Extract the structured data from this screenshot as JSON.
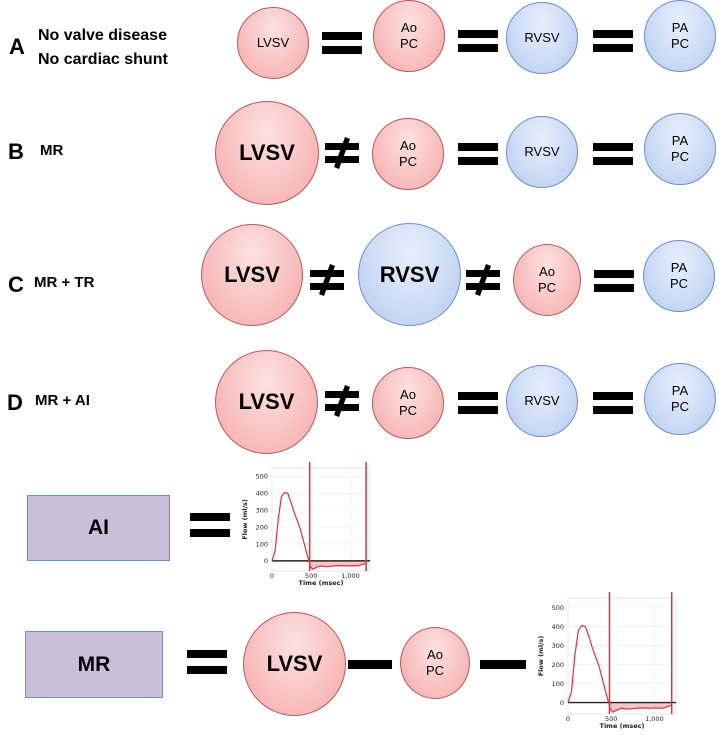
{
  "rows": [
    {
      "letter": "A",
      "description": "No valve disease\nNo cardiac shunt",
      "nodes": [
        {
          "label": "LVSV",
          "color": "red",
          "size": "small"
        },
        {
          "op": "equals"
        },
        {
          "label": "Ao\nPC",
          "color": "red",
          "size": "small"
        },
        {
          "op": "equals"
        },
        {
          "label": "RVSV",
          "color": "blue",
          "size": "small"
        },
        {
          "op": "equals"
        },
        {
          "label": "PA\nPC",
          "color": "blue",
          "size": "small"
        }
      ]
    },
    {
      "letter": "B",
      "description": "MR",
      "nodes": [
        {
          "label": "LVSV",
          "color": "red",
          "size": "large"
        },
        {
          "op": "not-equals"
        },
        {
          "label": "Ao\nPC",
          "color": "red",
          "size": "small"
        },
        {
          "op": "equals"
        },
        {
          "label": "RVSV",
          "color": "blue",
          "size": "small"
        },
        {
          "op": "equals"
        },
        {
          "label": "PA\nPC",
          "color": "blue",
          "size": "small"
        }
      ]
    },
    {
      "letter": "C",
      "description": "MR + TR",
      "nodes": [
        {
          "label": "LVSV",
          "color": "red",
          "size": "large"
        },
        {
          "op": "not-equals"
        },
        {
          "label": "RVSV",
          "color": "blue",
          "size": "large"
        },
        {
          "op": "not-equals"
        },
        {
          "label": "Ao\nPC",
          "color": "red",
          "size": "small"
        },
        {
          "op": "equals"
        },
        {
          "label": "PA\nPC",
          "color": "blue",
          "size": "small"
        }
      ]
    },
    {
      "letter": "D",
      "description": "MR + AI",
      "nodes": [
        {
          "label": "LVSV",
          "color": "red",
          "size": "large"
        },
        {
          "op": "not-equals"
        },
        {
          "label": "Ao\nPC",
          "color": "red",
          "size": "small"
        },
        {
          "op": "equals"
        },
        {
          "label": "RVSV",
          "color": "blue",
          "size": "small"
        },
        {
          "op": "equals"
        },
        {
          "label": "PA\nPC",
          "color": "blue",
          "size": "small"
        }
      ]
    }
  ],
  "formulas": {
    "ai": {
      "box_label": "AI",
      "operator": "equals"
    },
    "mr": {
      "box_label": "MR",
      "terms": [
        {
          "label": "LVSV"
        },
        {
          "op": "minus"
        },
        {
          "label": "Ao\nPC"
        },
        {
          "op": "minus"
        }
      ]
    }
  },
  "colors": {
    "red_fill": "#f9c2c2",
    "blue_fill": "#cddcf6",
    "box_fill": "#c9bfdb",
    "curve": "#e0303a"
  },
  "chart_data": [
    {
      "type": "line",
      "title": "",
      "xlabel": "Time (msec)",
      "ylabel": "Flow (ml/s)",
      "xlim": [
        0,
        1250
      ],
      "ylim": [
        -60,
        550
      ],
      "x_ticks": [
        0,
        500,
        1000
      ],
      "x_tick_labels": [
        "0",
        "500",
        "1,000"
      ],
      "y_ticks": [
        0,
        100,
        200,
        300,
        400,
        500
      ],
      "y_tick_labels": [
        "0",
        "100",
        "200",
        "300",
        "400",
        "500"
      ],
      "grid": true,
      "markers_x": [
        480,
        1200
      ],
      "shaded_region": [
        480,
        1200
      ],
      "series": [
        {
          "name": "Flow",
          "x": [
            0,
            40,
            80,
            120,
            160,
            200,
            240,
            280,
            320,
            360,
            400,
            440,
            470,
            490,
            520,
            560,
            620,
            700,
            780,
            860,
            940,
            1020,
            1100,
            1160,
            1200
          ],
          "y": [
            0,
            60,
            250,
            380,
            405,
            400,
            350,
            290,
            240,
            190,
            120,
            50,
            0,
            -35,
            -50,
            -40,
            -30,
            -35,
            -30,
            -28,
            -30,
            -28,
            -30,
            -20,
            -15
          ]
        }
      ]
    },
    {
      "type": "line",
      "title": "",
      "xlabel": "Time (msec)",
      "ylabel": "Flow (ml/s)",
      "xlim": [
        0,
        1250
      ],
      "ylim": [
        -60,
        550
      ],
      "x_ticks": [
        0,
        500,
        1000
      ],
      "x_tick_labels": [
        "0",
        "500",
        "1,000"
      ],
      "y_ticks": [
        0,
        100,
        200,
        300,
        400,
        500
      ],
      "y_tick_labels": [
        "0",
        "100",
        "200",
        "300",
        "400",
        "500"
      ],
      "grid": true,
      "markers_x": [
        480,
        1200
      ],
      "shaded_region": [
        480,
        1200
      ],
      "series": [
        {
          "name": "Flow",
          "x": [
            0,
            40,
            80,
            120,
            160,
            200,
            240,
            280,
            320,
            360,
            400,
            440,
            470,
            490,
            520,
            560,
            620,
            700,
            780,
            860,
            940,
            1020,
            1100,
            1160,
            1200
          ],
          "y": [
            0,
            60,
            250,
            380,
            405,
            400,
            350,
            290,
            240,
            190,
            120,
            50,
            0,
            -35,
            -50,
            -40,
            -30,
            -35,
            -30,
            -28,
            -30,
            -28,
            -30,
            -20,
            -15
          ]
        }
      ]
    }
  ]
}
